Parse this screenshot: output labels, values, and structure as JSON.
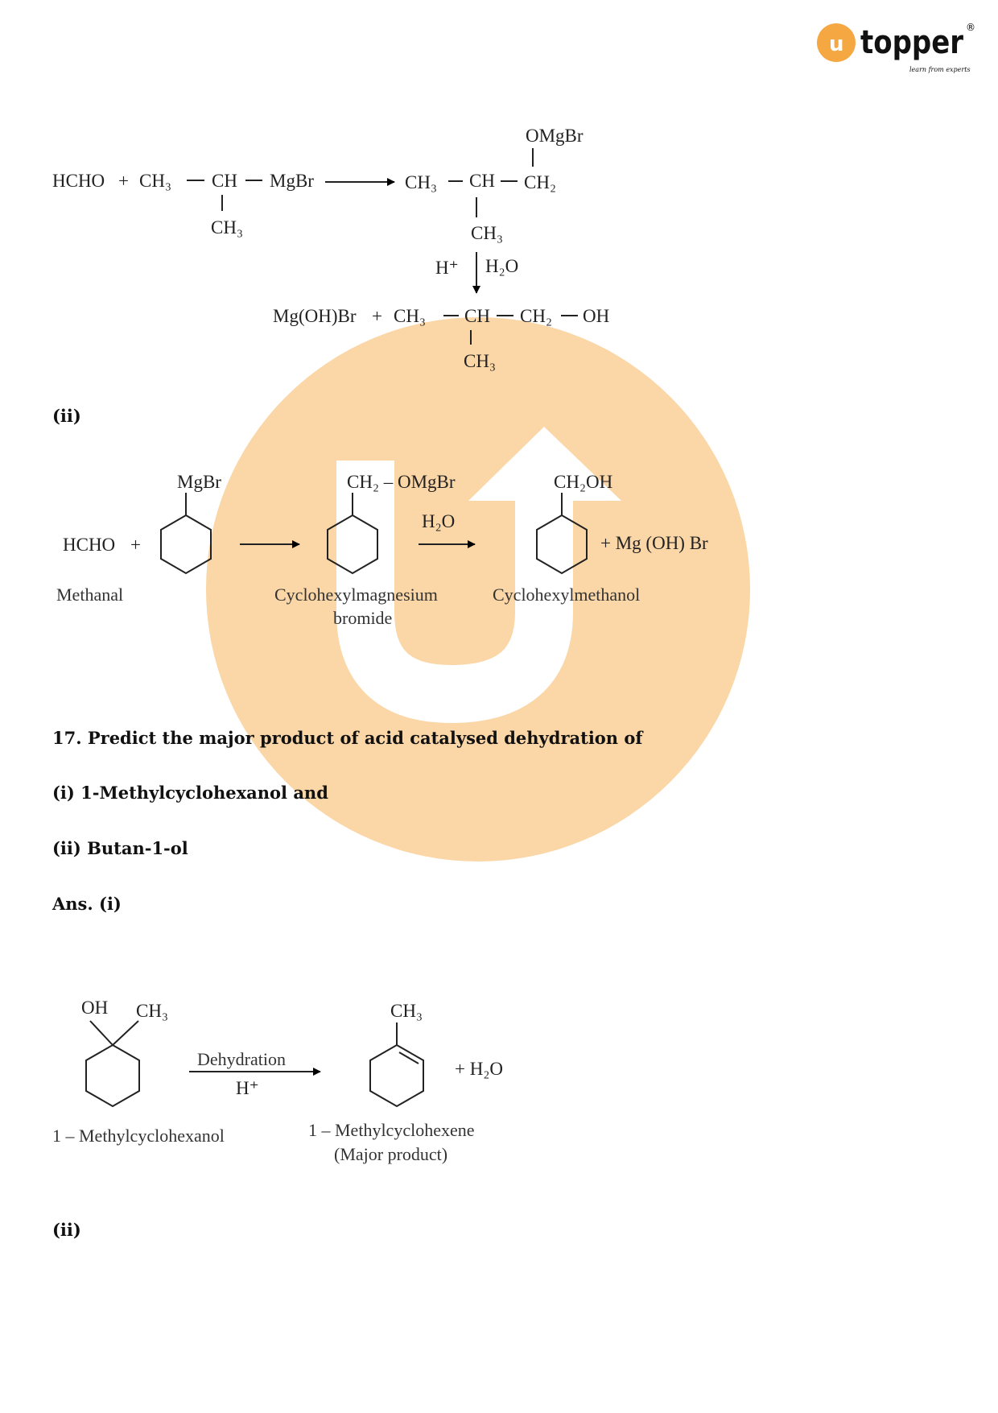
{
  "logo": {
    "brand": "topper",
    "letter": "u",
    "tagline": "learn from experts",
    "registered": "®",
    "color": "#f5a742"
  },
  "reaction1": {
    "reactant1": "HCHO",
    "plus": "+",
    "r_ch3": "CH₃",
    "r_ch": "CH",
    "r_mgbr": "MgBr",
    "r_branch": "CH₃",
    "int_ch3": "CH₃",
    "int_ch": "CH",
    "int_ch2": "CH₂",
    "int_omgbr": "OMgBr",
    "int_branch": "CH₃",
    "cond_left": "H⁺",
    "cond_right": "H₂O",
    "prod_mg": "Mg(OH)Br",
    "prod_plus": "+",
    "prod_ch3": "CH₃",
    "prod_ch": "CH",
    "prod_ch2": "CH₂",
    "prod_oh": "OH",
    "prod_branch": "CH₃"
  },
  "section_ii_a": "(ii)",
  "reaction2": {
    "reactant": "HCHO",
    "plus": "+",
    "reagent_sub": "MgBr",
    "intermediate_sub": "CH₂ – OMgBr",
    "condition": "H₂O",
    "product_sub": "CH₂OH",
    "byproduct": "+ Mg (OH) Br",
    "label_reactant": "Methanal",
    "label_intermediate_1": "Cyclohexylmagnesium",
    "label_intermediate_2": "bromide",
    "label_product": "Cyclohexylmethanol"
  },
  "question": {
    "title": "17. Predict the major product of acid catalysed dehydration of",
    "part_i": "(i) 1-Methylcyclohexanol and",
    "part_ii": "(ii) Butan-1-ol",
    "answer": "Ans. (i)"
  },
  "reaction3": {
    "oh": "OH",
    "ch3_left": "CH₃",
    "condition_top": "Dehydration",
    "condition_bottom": "H⁺",
    "ch3_right": "CH₃",
    "byproduct": "+ H₂O",
    "label_reactant": "1 – Methylcyclohexanol",
    "label_product_1": "1 – Methylcyclohexene",
    "label_product_2": "(Major product)"
  },
  "section_ii_b": "(ii)",
  "watermark": {
    "color": "#fbd6a6"
  }
}
